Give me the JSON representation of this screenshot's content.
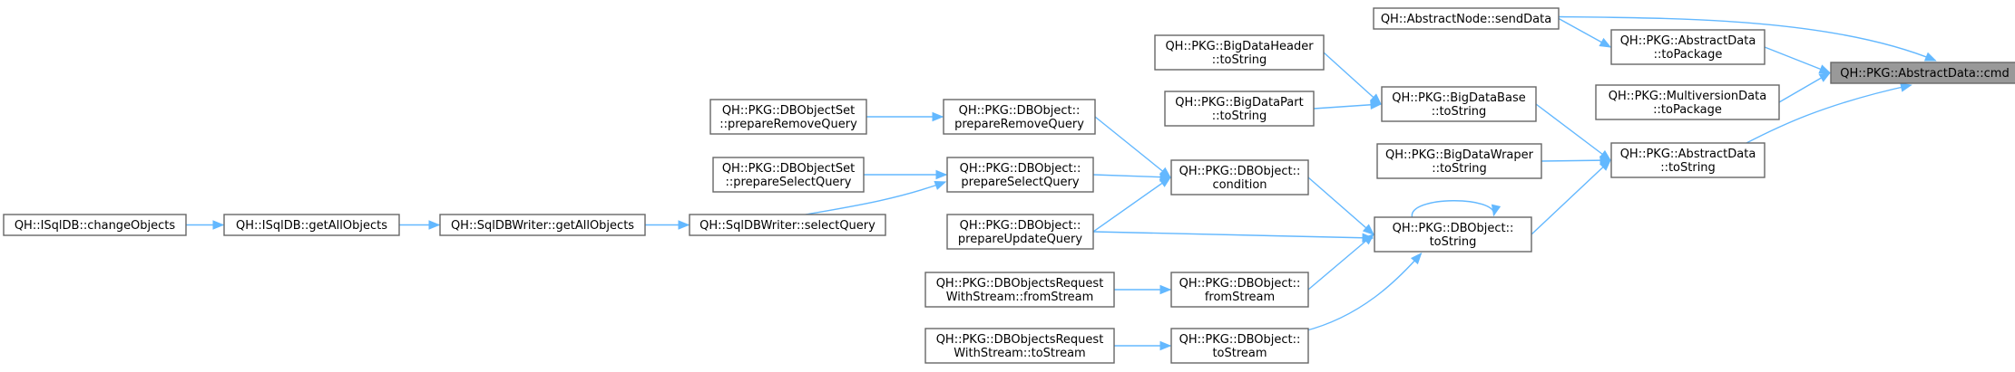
{
  "nodes": {
    "cmd": {
      "lines": [
        "QH::PKG::AbstractData::cmd"
      ]
    },
    "sendData": {
      "lines": [
        "QH::AbstractNode::sendData"
      ]
    },
    "toPackage": {
      "lines": [
        "QH::PKG::AbstractData",
        "::toPackage"
      ]
    },
    "mvToPackage": {
      "lines": [
        "QH::PKG::MultiversionData",
        "::toPackage"
      ]
    },
    "adToString": {
      "lines": [
        "QH::PKG::AbstractData",
        "::toString"
      ]
    },
    "bdhToString": {
      "lines": [
        "QH::PKG::BigDataHeader",
        "::toString"
      ]
    },
    "bdpToString": {
      "lines": [
        "QH::PKG::BigDataPart",
        "::toString"
      ]
    },
    "bdbToString": {
      "lines": [
        "QH::PKG::BigDataBase",
        "::toString"
      ]
    },
    "bdwToString": {
      "lines": [
        "QH::PKG::BigDataWraper",
        "::toString"
      ]
    },
    "dboToString": {
      "lines": [
        "QH::PKG::DBObject::",
        "toString"
      ]
    },
    "condition": {
      "lines": [
        "QH::PKG::DBObject::",
        "condition"
      ]
    },
    "fromStream": {
      "lines": [
        "QH::PKG::DBObject::",
        "fromStream"
      ]
    },
    "toStream": {
      "lines": [
        "QH::PKG::DBObject::",
        "toStream"
      ]
    },
    "prepRemove": {
      "lines": [
        "QH::PKG::DBObject::",
        "prepareRemoveQuery"
      ]
    },
    "prepSelect": {
      "lines": [
        "QH::PKG::DBObject::",
        "prepareSelectQuery"
      ]
    },
    "prepUpdate": {
      "lines": [
        "QH::PKG::DBObject::",
        "prepareUpdateQuery"
      ]
    },
    "setPrepRemove": {
      "lines": [
        "QH::PKG::DBObjectSet",
        "::prepareRemoveQuery"
      ]
    },
    "setPrepSelect": {
      "lines": [
        "QH::PKG::DBObjectSet",
        "::prepareSelectQuery"
      ]
    },
    "reqFromStream": {
      "lines": [
        "QH::PKG::DBObjectsRequest",
        "WithStream::fromStream"
      ]
    },
    "reqToStream": {
      "lines": [
        "QH::PKG::DBObjectsRequest",
        "WithStream::toStream"
      ]
    },
    "selectQuery": {
      "lines": [
        "QH::SqlDBWriter::selectQuery"
      ]
    },
    "writerGetAll": {
      "lines": [
        "QH::SqlDBWriter::getAllObjects"
      ]
    },
    "isqlGetAll": {
      "lines": [
        "QH::ISqlDB::getAllObjects"
      ]
    },
    "changeObjects": {
      "lines": [
        "QH::ISqlDB::changeObjects"
      ]
    }
  },
  "edges": [
    {
      "from": "sendData",
      "to": "cmd"
    },
    {
      "from": "toPackage",
      "to": "cmd"
    },
    {
      "from": "mvToPackage",
      "to": "cmd"
    },
    {
      "from": "adToString",
      "to": "cmd"
    },
    {
      "from": "sendData",
      "to": "toPackage"
    },
    {
      "from": "bdbToString",
      "to": "adToString"
    },
    {
      "from": "bdwToString",
      "to": "adToString"
    },
    {
      "from": "dboToString",
      "to": "adToString"
    },
    {
      "from": "bdhToString",
      "to": "bdbToString"
    },
    {
      "from": "bdpToString",
      "to": "bdbToString"
    },
    {
      "from": "dboToString",
      "to": "dboToString"
    },
    {
      "from": "condition",
      "to": "dboToString"
    },
    {
      "from": "prepUpdate",
      "to": "dboToString"
    },
    {
      "from": "fromStream",
      "to": "dboToString"
    },
    {
      "from": "toStream",
      "to": "dboToString"
    },
    {
      "from": "prepRemove",
      "to": "condition"
    },
    {
      "from": "prepSelect",
      "to": "condition"
    },
    {
      "from": "prepUpdate",
      "to": "condition"
    },
    {
      "from": "setPrepRemove",
      "to": "prepRemove"
    },
    {
      "from": "setPrepSelect",
      "to": "prepSelect"
    },
    {
      "from": "selectQuery",
      "to": "prepSelect"
    },
    {
      "from": "reqFromStream",
      "to": "fromStream"
    },
    {
      "from": "reqToStream",
      "to": "toStream"
    },
    {
      "from": "writerGetAll",
      "to": "selectQuery"
    },
    {
      "from": "isqlGetAll",
      "to": "writerGetAll"
    },
    {
      "from": "changeObjects",
      "to": "isqlGetAll"
    }
  ],
  "colors": {
    "edge": "#63b8ff",
    "node_border": "#666666",
    "node_fill": "#ffffff",
    "root_fill": "#999999"
  }
}
